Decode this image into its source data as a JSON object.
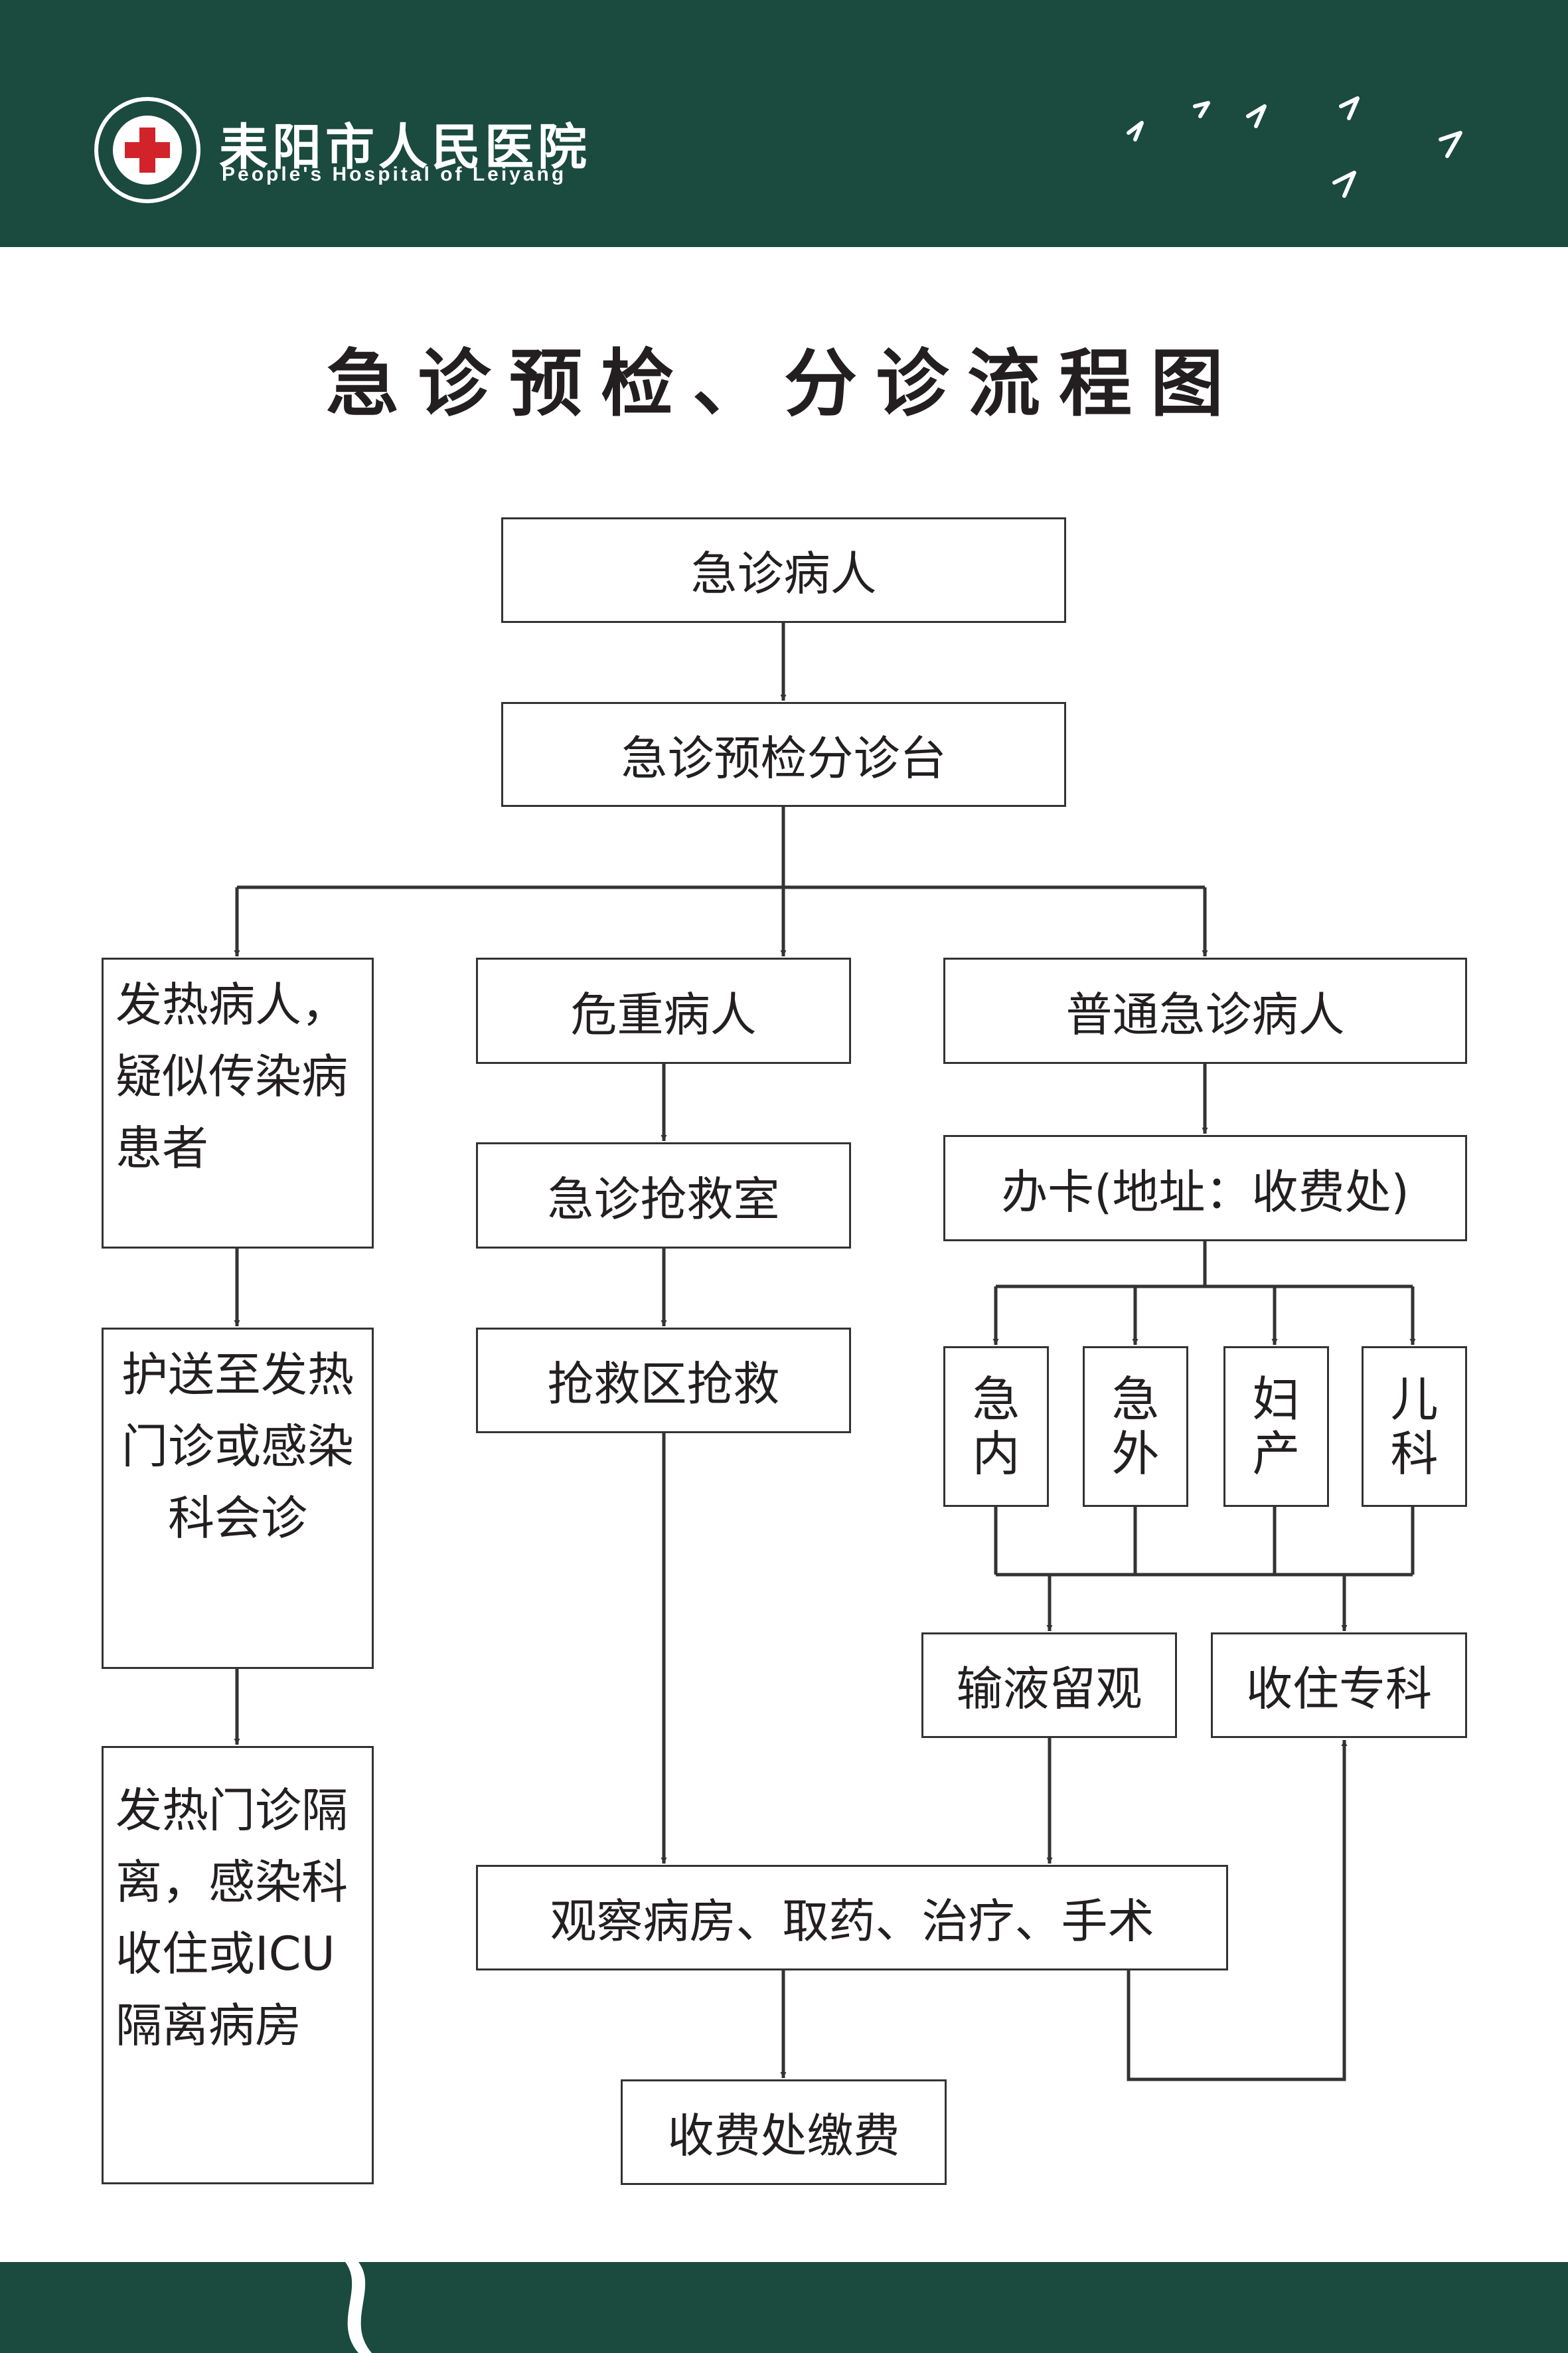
{
  "header": {
    "hospital_name_cn": "耒阳市人民医院",
    "hospital_name_en": "People's Hospital of Leiyang",
    "bg_color": "#1b4a3e"
  },
  "title": "急诊预检、分诊流程图",
  "nodes": {
    "emergency_patient": "急诊病人",
    "triage_desk": "急诊预检分诊台",
    "fever_patient": "发热病人，疑似传染病患者",
    "critical_patient": "危重病人",
    "general_patient": "普通急诊病人",
    "rescue_room": "急诊抢救室",
    "card_registration": "办卡(地址：收费处)",
    "escort_fever_clinic": "护送至发热门诊或感染科会诊",
    "rescue_area": "抢救区抢救",
    "dept_internal": "急内",
    "dept_surgery": "急外",
    "dept_obgyn": "妇产",
    "dept_pediatrics": "儿科",
    "infusion_observation": "输液留观",
    "specialty_admission": "收住专科",
    "isolation": "发热门诊隔离，感染科收住或ICU隔离病房",
    "ward_treatment": "观察病房、取药、治疗、手术",
    "payment": "收费处缴费"
  }
}
